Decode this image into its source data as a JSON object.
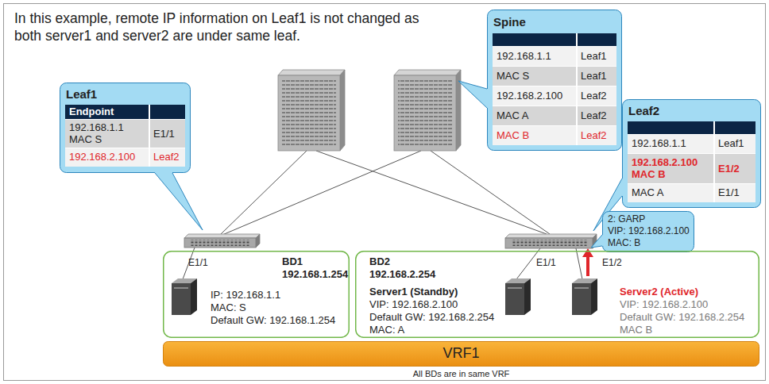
{
  "diagram": {
    "title": "In this example, remote IP information on Leaf1 is not changed as both server1 and server2 are under same leaf.",
    "caption": "All BDs are in same VRF",
    "nodes": [
      {
        "text": [
          "Spine",
          "192.168.1.1",
          "Leaf1",
          "MAC S",
          "Leaf1",
          "192.168.2.100",
          "Leaf2",
          "MAC A",
          "Leaf2",
          "MAC B",
          "Leaf2"
        ]
      },
      {
        "text": [
          "Leaf1",
          "Endpoint",
          "192.168.1.1 MAC S",
          "E1/1",
          "192.168.2.100",
          "Leaf2"
        ]
      },
      {
        "text": [
          "Leaf2",
          "192.168.1.1",
          "Leaf1",
          "192.168.2.100 MAC B",
          "E1/2",
          "MAC A",
          "E1/1"
        ]
      },
      {
        "text": [
          "2: GARP",
          "VIP: 192.168.2.100",
          "MAC: B"
        ]
      },
      {
        "text": [
          "E1/1",
          "BD1",
          "192.168.1.254",
          "IP: 192.168.1.1",
          "MAC: S",
          "Default GW: 192.168.1.254"
        ]
      },
      {
        "text": [
          "BD2",
          "192.168.2.254",
          "E1/1",
          "E1/2",
          "Server1 (Standby)",
          "VIP: 192.168.2.100",
          "Default GW: 192.168.2.254",
          "MAC: A",
          "Server2 (Active)",
          "VIP: 192.168.2.100",
          "Default GW: 192.168.2.254",
          "MAC B"
        ]
      },
      {
        "text": [
          "VRF1"
        ]
      }
    ]
  }
}
